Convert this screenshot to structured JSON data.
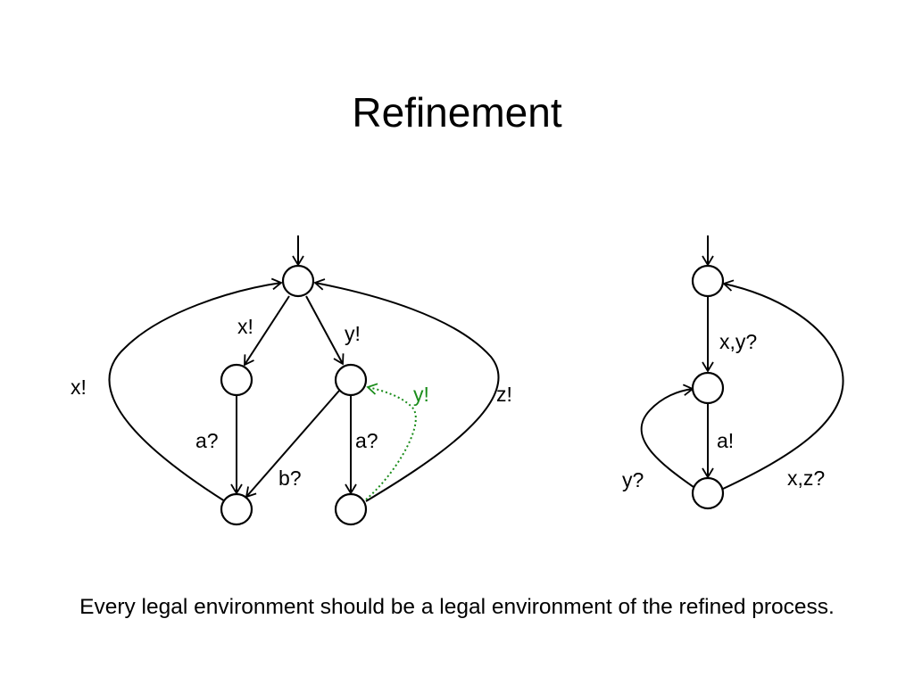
{
  "slide": {
    "title": "Refinement",
    "caption": "Every legal environment should be a legal environment of the refined process."
  },
  "colors": {
    "edge": "#000000",
    "highlight": "#1a8c1a"
  },
  "left_diagram": {
    "labels": {
      "top_left": "x!",
      "top_right": "y!",
      "loop_left": "x!",
      "mid_left": "a?",
      "mid_cross": "b?",
      "mid_right": "a?",
      "loop_right": "z!",
      "extra_green": "y!"
    }
  },
  "right_diagram": {
    "labels": {
      "top": "x,y?",
      "mid": "a!",
      "loop_left": "y?",
      "loop_right": "x,z?"
    }
  }
}
